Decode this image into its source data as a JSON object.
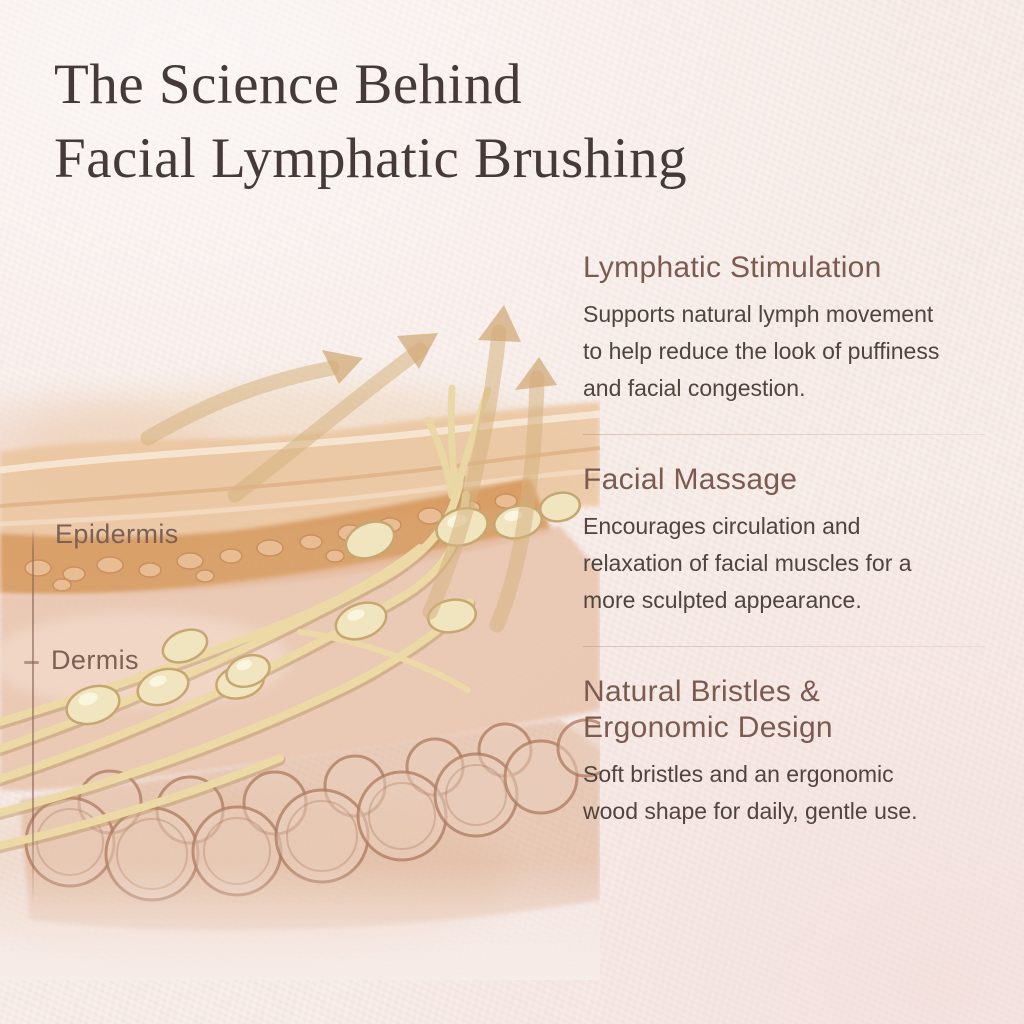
{
  "title": {
    "line1": "The Science Behind",
    "line2": "Facial Lymphatic Brushing"
  },
  "illustration": {
    "labels": {
      "epidermis": "Epidermis",
      "dermis": "Dermis"
    }
  },
  "sections": [
    {
      "heading": "Lymphatic Stimulation",
      "body": "Supports natural lymph movement\nto help reduce the look of puffiness\nand facial congestion."
    },
    {
      "heading": "Facial Massage",
      "body": "Encourages circulation and\nrelaxation of facial muscles for a\nmore sculpted appearance."
    },
    {
      "heading": "Natural Bristles &\nErgonomic Design",
      "body": "Soft bristles and an ergonomic\nwood shape for daily, gentle use."
    }
  ],
  "colors": {
    "background": "#f6ebe7",
    "title_text": "#453a37",
    "heading_text": "#7b5b50",
    "body_text": "#4f443e",
    "label_text": "#7d6054",
    "divider": "#ac8268",
    "arrow": "#d7b382",
    "vessel": "#ecd9a6",
    "node": "#f1e5c0",
    "epidermis_tan": "#eac49b",
    "stratum_orange": "#d6995f",
    "dermis_pink": "#e8c3ac",
    "cell_outline": "#ad7a5e"
  }
}
